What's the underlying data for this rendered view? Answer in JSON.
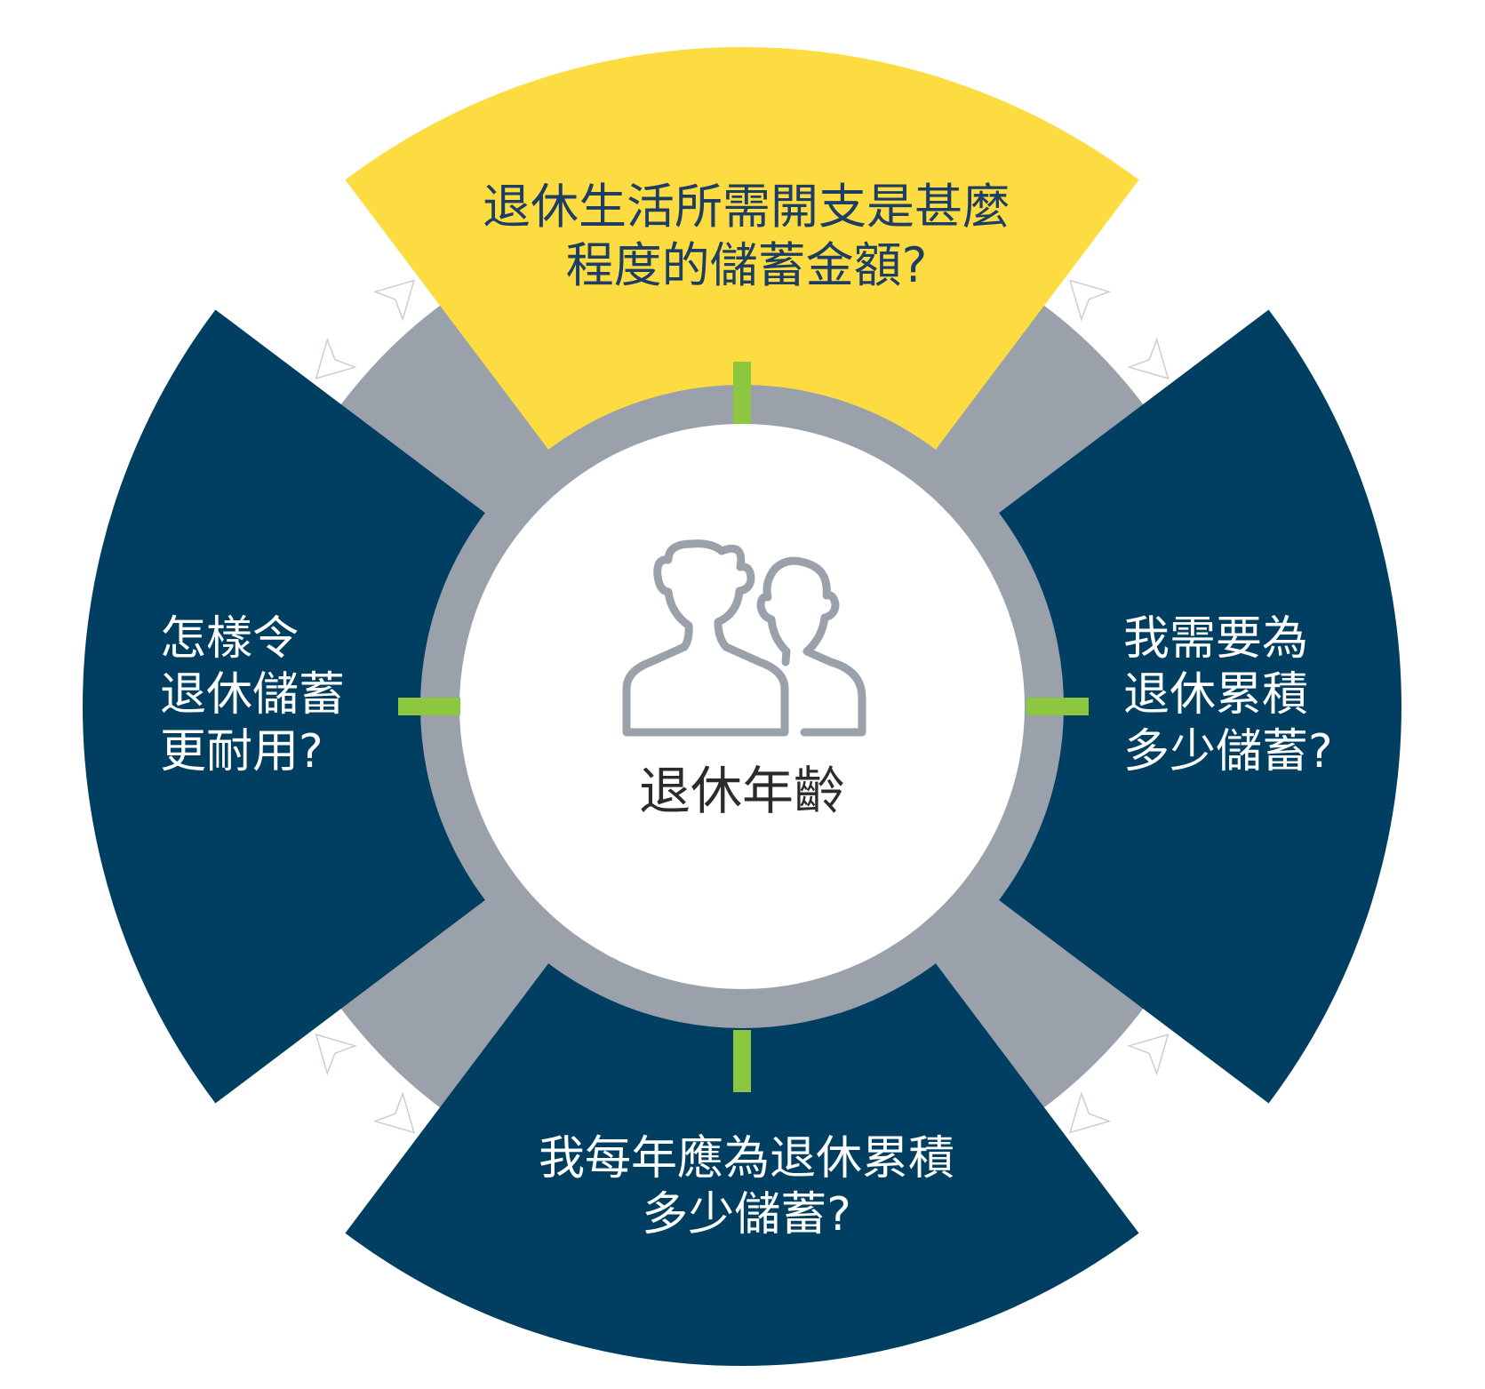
{
  "colors": {
    "navy": "#003f62",
    "yellow": "#fddc42",
    "gray_ring": "#9aa1ab",
    "accent_green": "#8dc63f",
    "arrow_white": "#ffffff",
    "center_fill": "#ffffff",
    "icon_stroke": "#9aa1ab"
  },
  "center": {
    "label": "退休年齡",
    "icon": "two-people-icon"
  },
  "segments": {
    "top": {
      "line1": "退休生活所需開支是甚麼",
      "line2": "程度的儲蓄金額?"
    },
    "right": {
      "line1": "我需要為",
      "line2": "退休累積",
      "line3": "多少儲蓄?"
    },
    "bottom": {
      "line1": "我每年應為退休累積",
      "line2": "多少儲蓄?"
    },
    "left": {
      "line1": "怎樣令",
      "line2": "退休儲蓄",
      "line3": "更耐用?"
    }
  },
  "connectors": {
    "icon": "double-arrow-icon"
  }
}
